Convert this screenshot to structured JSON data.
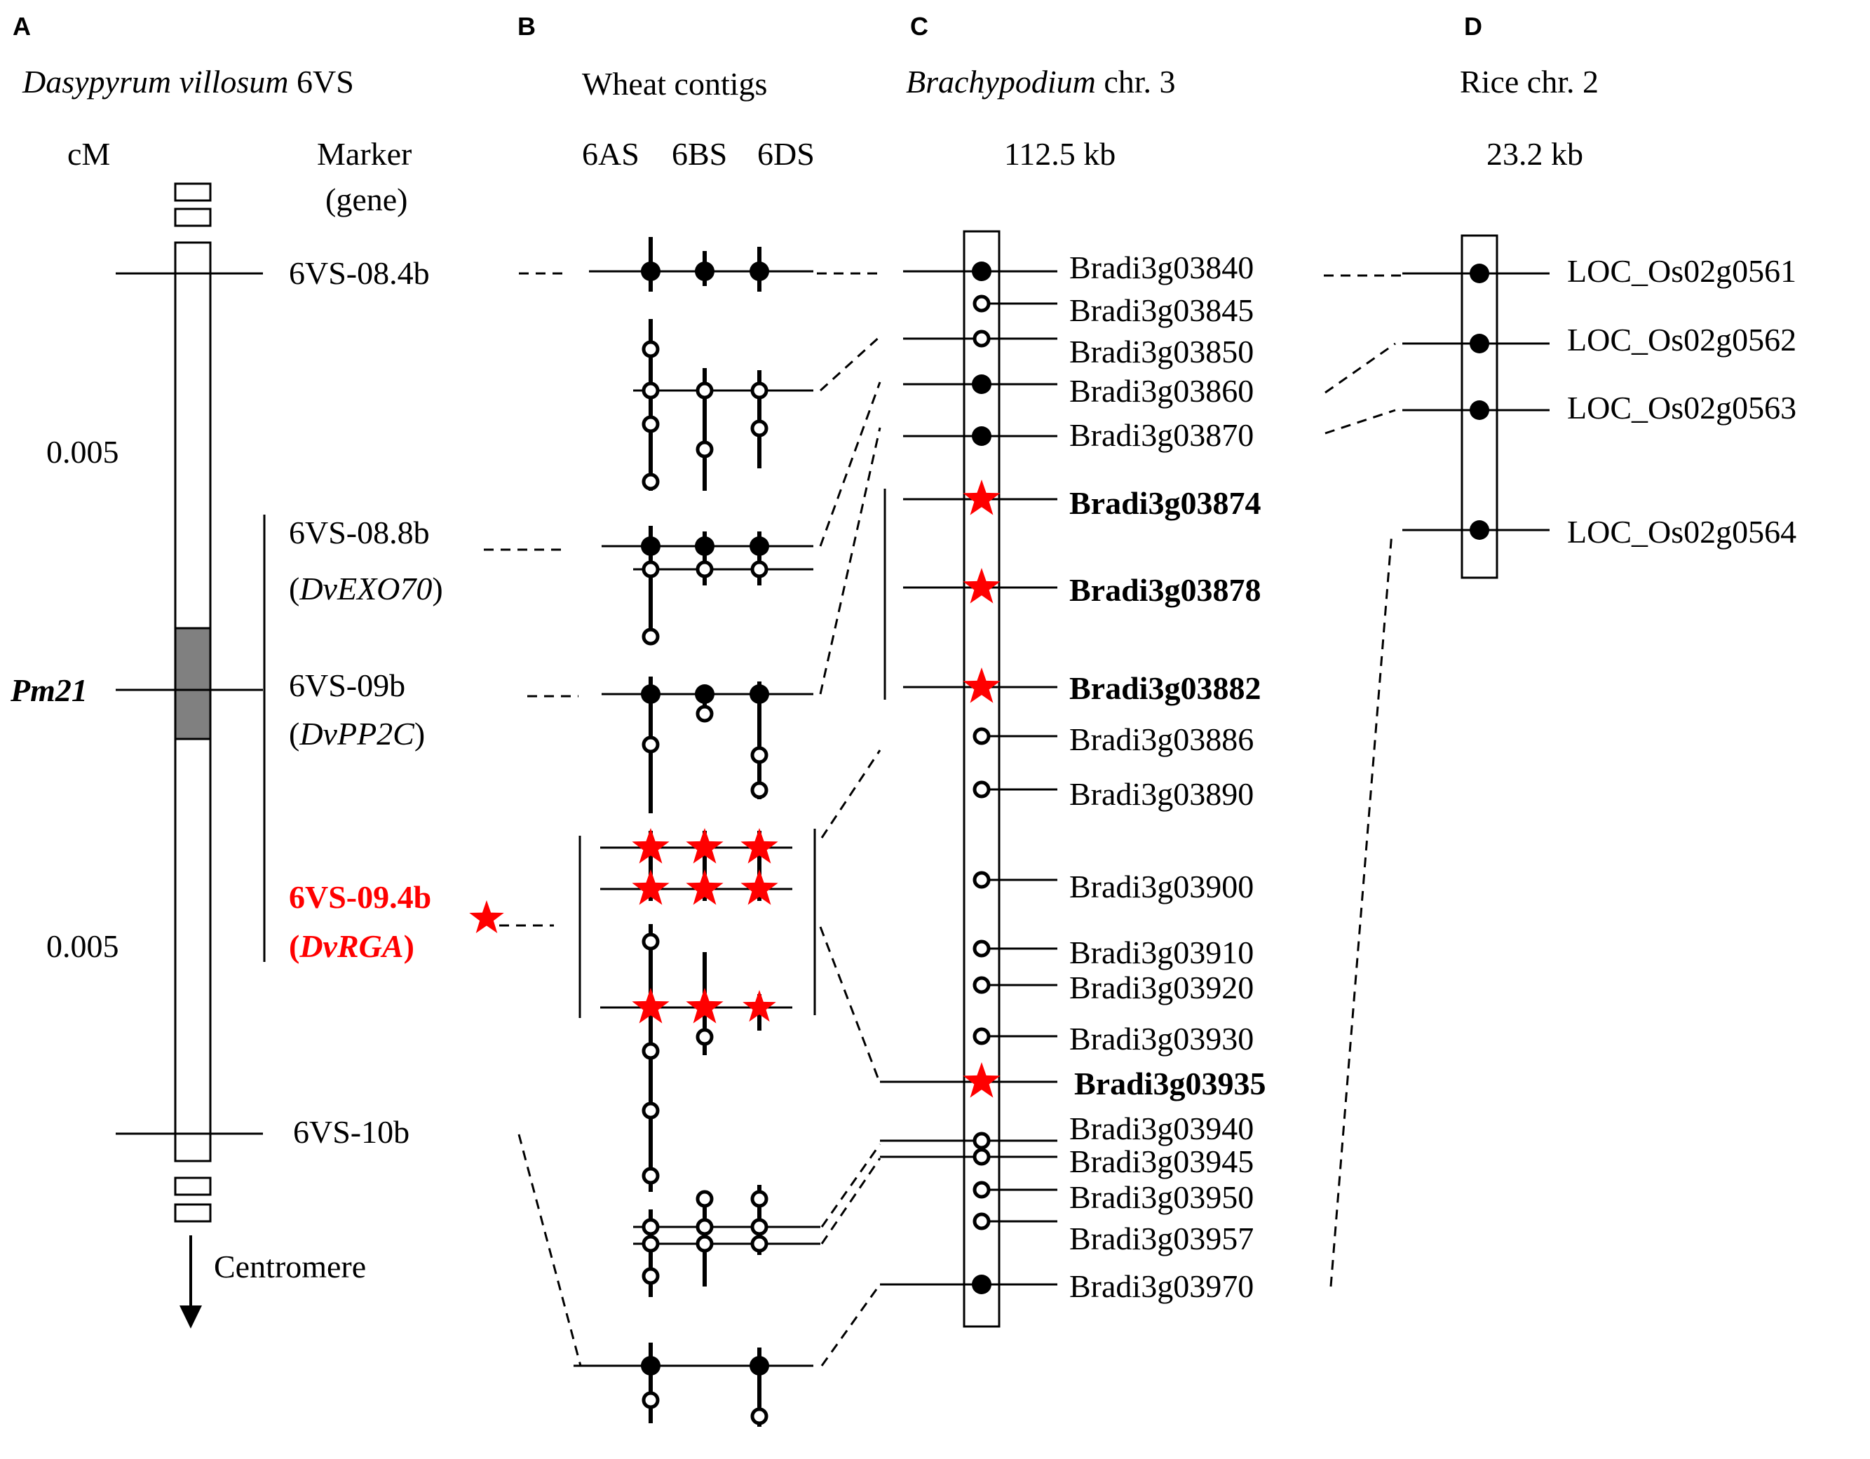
{
  "panels": {
    "a": {
      "letter": "A",
      "title_italic": "Dasypyrum villosum",
      "title_rest": " 6VS",
      "cm_header": "cM",
      "marker_header_1": "Marker",
      "marker_header_2": "(gene)",
      "distance_1": "0.005",
      "distance_2": "0.005",
      "locus": "Pm21",
      "markers": [
        "6VS-08.4b",
        "6VS-08.8b",
        "6VS-09b",
        "6VS-09.4b",
        "6VS-10b"
      ],
      "genes": [
        "DvEXO70",
        "DvPP2C",
        "DvRGA"
      ],
      "centromere": "Centromere"
    },
    "b": {
      "letter": "B",
      "title": "Wheat contigs",
      "columns": [
        "6AS",
        "6BS",
        "6DS"
      ]
    },
    "c": {
      "letter": "C",
      "title_italic": "Brachypodium",
      "title_rest": " chr. 3",
      "size": "112.5 kb",
      "genes": [
        {
          "name": "Bradi3g03840",
          "symbol": "filled"
        },
        {
          "name": "Bradi3g03845",
          "symbol": "open"
        },
        {
          "name": "Bradi3g03850",
          "symbol": "open"
        },
        {
          "name": "Bradi3g03860",
          "symbol": "filled"
        },
        {
          "name": "Bradi3g03870",
          "symbol": "filled"
        },
        {
          "name": "Bradi3g03874",
          "symbol": "star"
        },
        {
          "name": "Bradi3g03878",
          "symbol": "star"
        },
        {
          "name": "Bradi3g03882",
          "symbol": "star"
        },
        {
          "name": "Bradi3g03886",
          "symbol": "open"
        },
        {
          "name": "Bradi3g03890",
          "symbol": "open"
        },
        {
          "name": "Bradi3g03900",
          "symbol": "open"
        },
        {
          "name": "Bradi3g03910",
          "symbol": "open"
        },
        {
          "name": "Bradi3g03920",
          "symbol": "open"
        },
        {
          "name": "Bradi3g03930",
          "symbol": "open"
        },
        {
          "name": "Bradi3g03935",
          "symbol": "star"
        },
        {
          "name": "Bradi3g03940",
          "symbol": "open"
        },
        {
          "name": "Bradi3g03945",
          "symbol": "open"
        },
        {
          "name": "Bradi3g03950",
          "symbol": "open"
        },
        {
          "name": "Bradi3g03957",
          "symbol": "open"
        },
        {
          "name": "Bradi3g03970",
          "symbol": "filled"
        }
      ]
    },
    "d": {
      "letter": "D",
      "title": "Rice chr. 2",
      "size": "23.2 kb",
      "genes": [
        "LOC_Os02g0561",
        "LOC_Os02g0562",
        "LOC_Os02g0563",
        "LOC_Os02g0564"
      ]
    }
  },
  "colors": {
    "highlight": "#ff0000",
    "locus_block": "#808080",
    "line": "#000000"
  }
}
